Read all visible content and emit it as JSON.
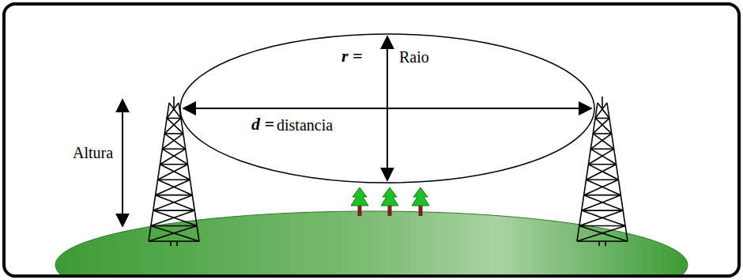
{
  "diagram": {
    "labels": [
      "Altura",
      "r =",
      "Raio",
      "d =",
      "distancia"
    ]
  }
}
